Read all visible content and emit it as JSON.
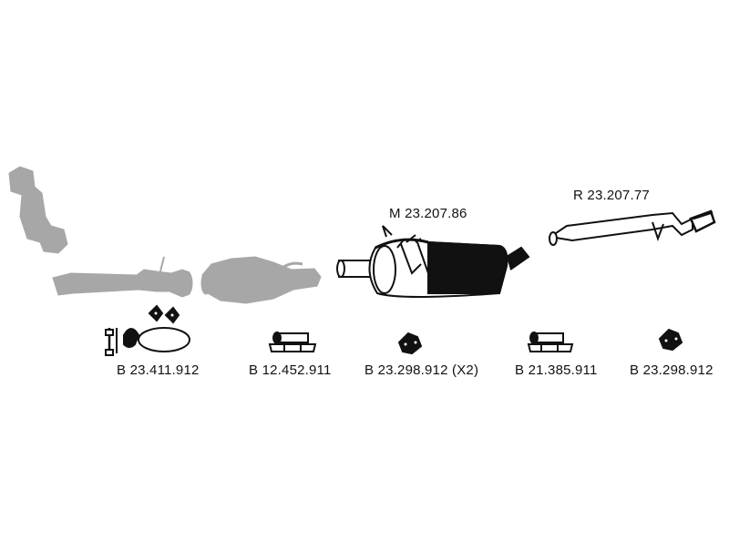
{
  "parts": {
    "muffler": {
      "code": "M 23.207.86"
    },
    "rear_pipe": {
      "code": "R 23.207.77"
    }
  },
  "hardware": [
    {
      "code": "B 23.411.912"
    },
    {
      "code": "B 12.452.911"
    },
    {
      "code": "B 23.298.912 (X2)"
    },
    {
      "code": "B 21.385.911"
    },
    {
      "code": "B 23.298.912"
    }
  ],
  "colors": {
    "inactive_part": "#a7a7a7",
    "outline": "#111111",
    "background": "#ffffff"
  }
}
